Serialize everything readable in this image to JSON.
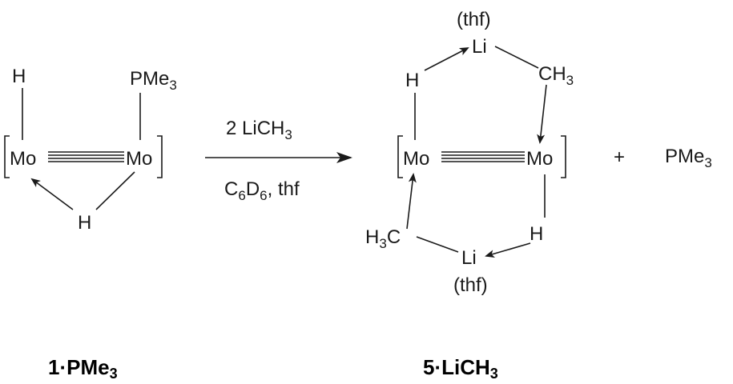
{
  "reactant": {
    "atoms": {
      "h_top": "H",
      "phosphine_p": "PMe",
      "phosphine_sub": "3",
      "mo_left": "Mo",
      "mo_right": "Mo",
      "h_bridge": "H"
    },
    "label": {
      "main": "1·PMe",
      "sub": "3"
    }
  },
  "arrow": {
    "reagent": {
      "main": "2 LiCH",
      "sub": "3"
    },
    "solvent": {
      "c": "C",
      "c_sub": "6",
      "d": "D",
      "d_sub": "6",
      "rest": ", thf"
    }
  },
  "product": {
    "atoms": {
      "thf_top": "(thf)",
      "li_top": "Li",
      "ch3_top": "CH",
      "ch3_top_sub": "3",
      "h_left": "H",
      "mo_left": "Mo",
      "mo_right": "Mo",
      "h_right": "H",
      "h3c_h": "H",
      "h3c_sub": "3",
      "h3c_c": "C",
      "li_bottom": "Li",
      "thf_bottom": "(thf)"
    },
    "label": {
      "main": "5·LiCH",
      "sub": "3"
    }
  },
  "plus": "+",
  "byproduct": {
    "main": "PMe",
    "sub": "3"
  }
}
